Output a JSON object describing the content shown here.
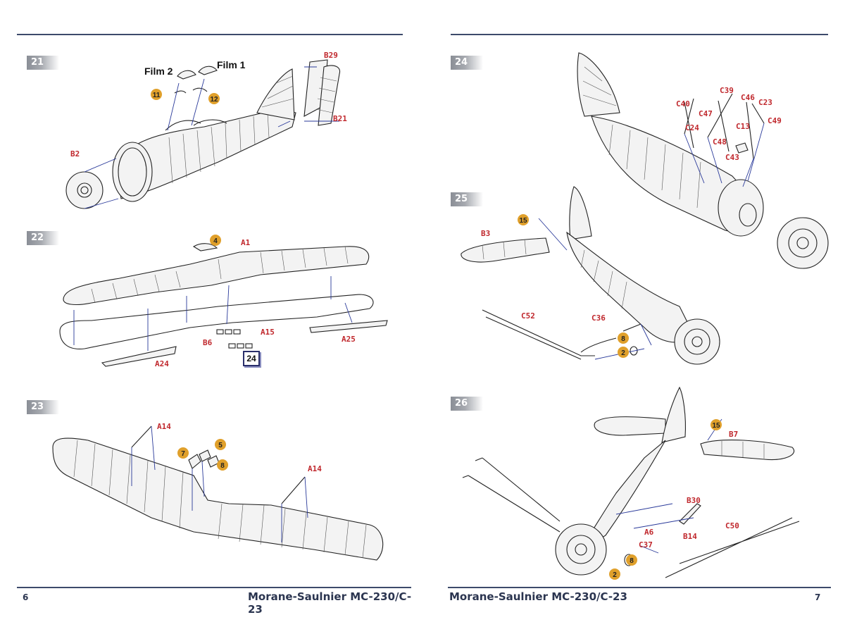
{
  "left_page": {
    "page_number": "6",
    "footer_title": "Morane-Saulnier MC-230/C-23"
  },
  "right_page": {
    "page_number": "7",
    "footer_title": "Morane-Saulnier MC-230/C-23"
  },
  "steps": [
    {
      "number": "21",
      "film_labels": [
        "Film 2",
        "Film 1"
      ],
      "part_labels": [
        "B29",
        "B21",
        "B2"
      ],
      "numbered_callouts": [
        "11",
        "12"
      ]
    },
    {
      "number": "22",
      "part_labels": [
        "A1",
        "A15",
        "B6",
        "A25",
        "A24"
      ],
      "numbered_callouts": [
        "4"
      ],
      "reference_step": "24"
    },
    {
      "number": "23",
      "part_labels": [
        "A14",
        "A14"
      ],
      "numbered_callouts": [
        "7",
        "5",
        "8"
      ]
    },
    {
      "number": "24",
      "part_labels": [
        "C39",
        "C46",
        "C23",
        "C40",
        "C47",
        "C49",
        "C24",
        "C13",
        "C48",
        "C43"
      ]
    },
    {
      "number": "25",
      "part_labels": [
        "B3",
        "C52",
        "C36"
      ],
      "numbered_callouts": [
        "15",
        "8",
        "2"
      ]
    },
    {
      "number": "26",
      "part_labels": [
        "B7",
        "B30",
        "A6",
        "B14",
        "C50",
        "C37"
      ],
      "numbered_callouts": [
        "15",
        "8",
        "2"
      ]
    }
  ],
  "colors": {
    "rule_line": "#3d4a6b",
    "part_label": "#c0282d",
    "callout_circle": "#e0a02b",
    "guide_line": "#2a3a9a"
  }
}
